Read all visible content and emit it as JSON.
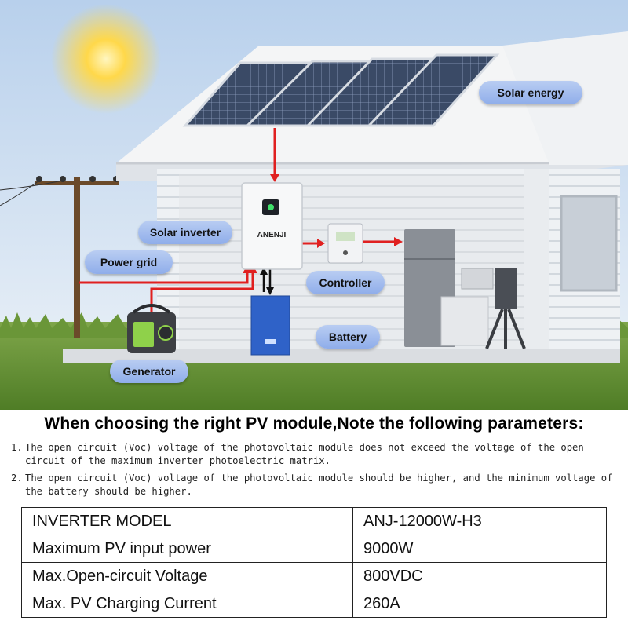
{
  "diagram": {
    "labels": {
      "solar_energy": "Solar energy",
      "solar_inverter": "Solar inverter",
      "power_grid": "Power grid",
      "controller": "Controller",
      "battery": "Battery",
      "generator": "Generator"
    },
    "brand": "ANENJI",
    "colors": {
      "pill": "#a7c0f0",
      "wire": "#e02020",
      "battery": "#2f62c8",
      "sky": "#c9dcf0",
      "grass": "#6f9a3c"
    }
  },
  "heading": "When choosing the right PV module,Note the following parameters:",
  "notes": [
    {
      "num": "1.",
      "text": "The open circuit (Voc) voltage of the photovoltaic module does not exceed the voltage of the open circuit of the maximum inverter photoelectric matrix."
    },
    {
      "num": "2.",
      "text": "The open circuit (Voc) voltage of the photovoltaic module should be higher, and the minimum voltage of the battery should be higher."
    }
  ],
  "table": [
    {
      "param": "INVERTER MODEL",
      "value": "ANJ-12000W-H3"
    },
    {
      "param": "Maximum PV input power",
      "value": "9000W"
    },
    {
      "param": "Max.Open-circuit Voltage",
      "value": "800VDC"
    },
    {
      "param": "Max. PV Charging Current",
      "value": "260A"
    }
  ]
}
